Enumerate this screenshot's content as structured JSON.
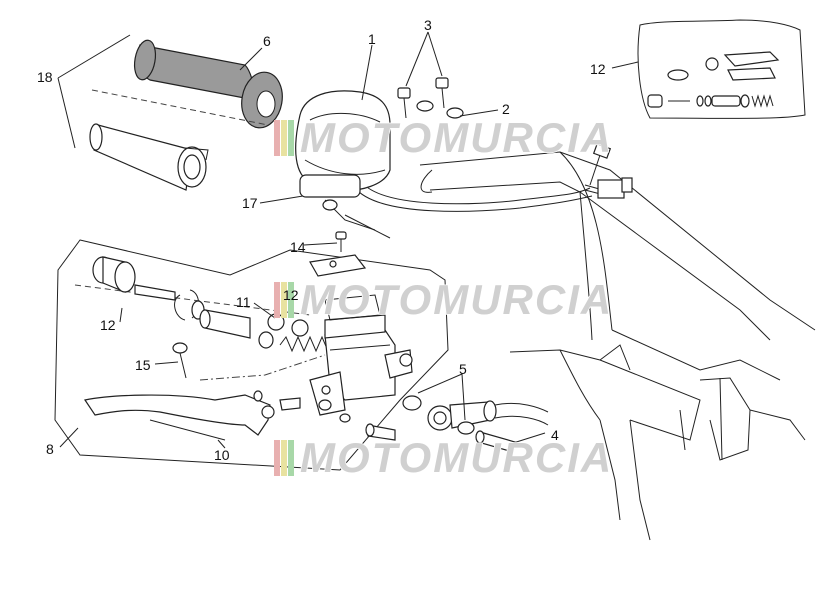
{
  "callouts": {
    "c1": "1",
    "c2": "2",
    "c3": "3",
    "c4": "4",
    "c5": "5",
    "c6": "6",
    "c8": "8",
    "c10": "10",
    "c11": "11",
    "c12a": "12",
    "c12b": "12",
    "c12c": "12",
    "c14": "14",
    "c15": "15",
    "c17": "17",
    "c18": "18"
  },
  "watermark": {
    "text": "MOTOMURCIA"
  }
}
